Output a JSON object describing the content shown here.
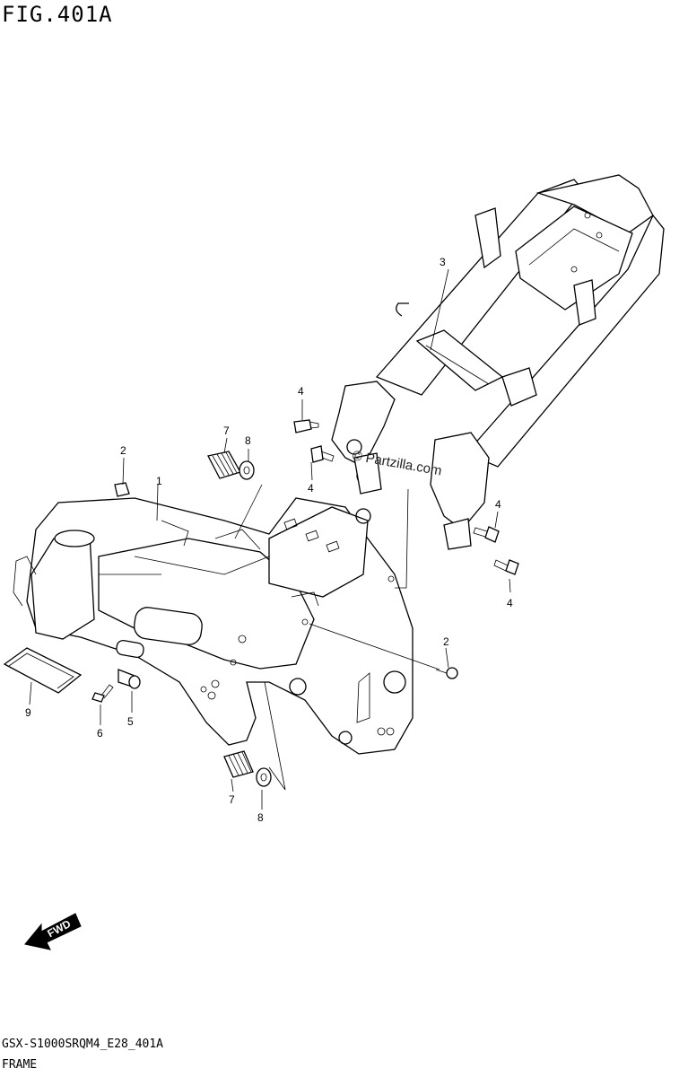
{
  "figure": {
    "title": "FIG.401A",
    "code": "GSX-S1000SRQM4_E28_401A",
    "name": "FRAME"
  },
  "watermark": "© Partzilla.com",
  "direction_indicator": "FWD",
  "callouts": [
    {
      "id": "c1",
      "label": "1"
    },
    {
      "id": "c2a",
      "label": "2"
    },
    {
      "id": "c2b",
      "label": "2"
    },
    {
      "id": "c3",
      "label": "3"
    },
    {
      "id": "c4a",
      "label": "4"
    },
    {
      "id": "c4b",
      "label": "4"
    },
    {
      "id": "c4c",
      "label": "4"
    },
    {
      "id": "c4d",
      "label": "4"
    },
    {
      "id": "c5",
      "label": "5"
    },
    {
      "id": "c6",
      "label": "6"
    },
    {
      "id": "c7a",
      "label": "7"
    },
    {
      "id": "c7b",
      "label": "7"
    },
    {
      "id": "c8a",
      "label": "8"
    },
    {
      "id": "c8b",
      "label": "8"
    },
    {
      "id": "c9",
      "label": "9"
    }
  ]
}
